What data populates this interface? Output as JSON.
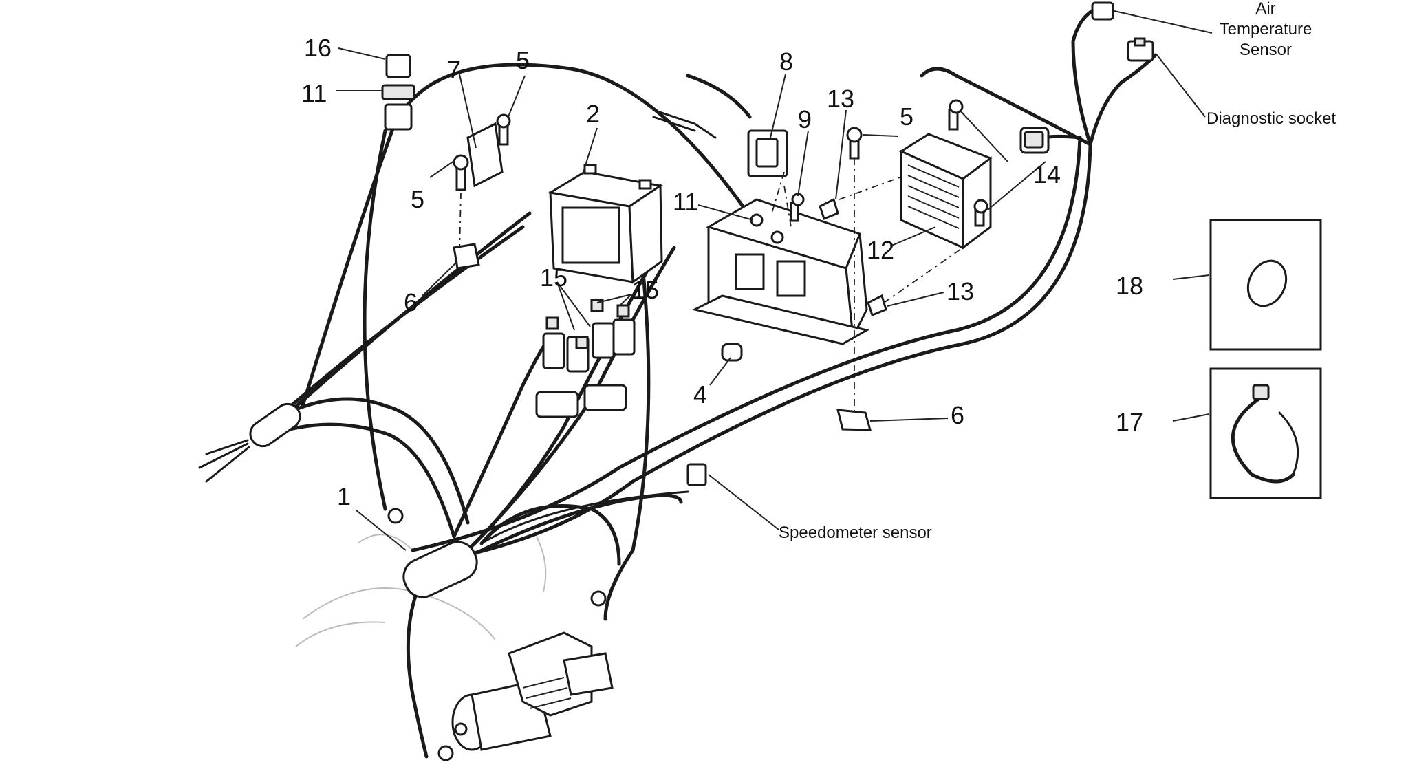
{
  "callouts": {
    "c1": "1",
    "c2": "2",
    "c4": "4",
    "c5a": "5",
    "c5b": "5",
    "c5c": "5",
    "c6a": "6",
    "c6b": "6",
    "c7": "7",
    "c8": "8",
    "c9": "9",
    "c11a": "11",
    "c11b": "11",
    "c12": "12",
    "c13a": "13",
    "c13b": "13",
    "c14": "14",
    "c15a": "15",
    "c15b": "15",
    "c16": "16",
    "c17": "17",
    "c18": "18"
  },
  "labels": {
    "air_temp_line1": "Air",
    "air_temp_line2": "Temperature",
    "air_temp_line3": "Sensor",
    "diagnostic_socket": "Diagnostic socket",
    "speedometer_sensor": "Speedometer sensor"
  }
}
